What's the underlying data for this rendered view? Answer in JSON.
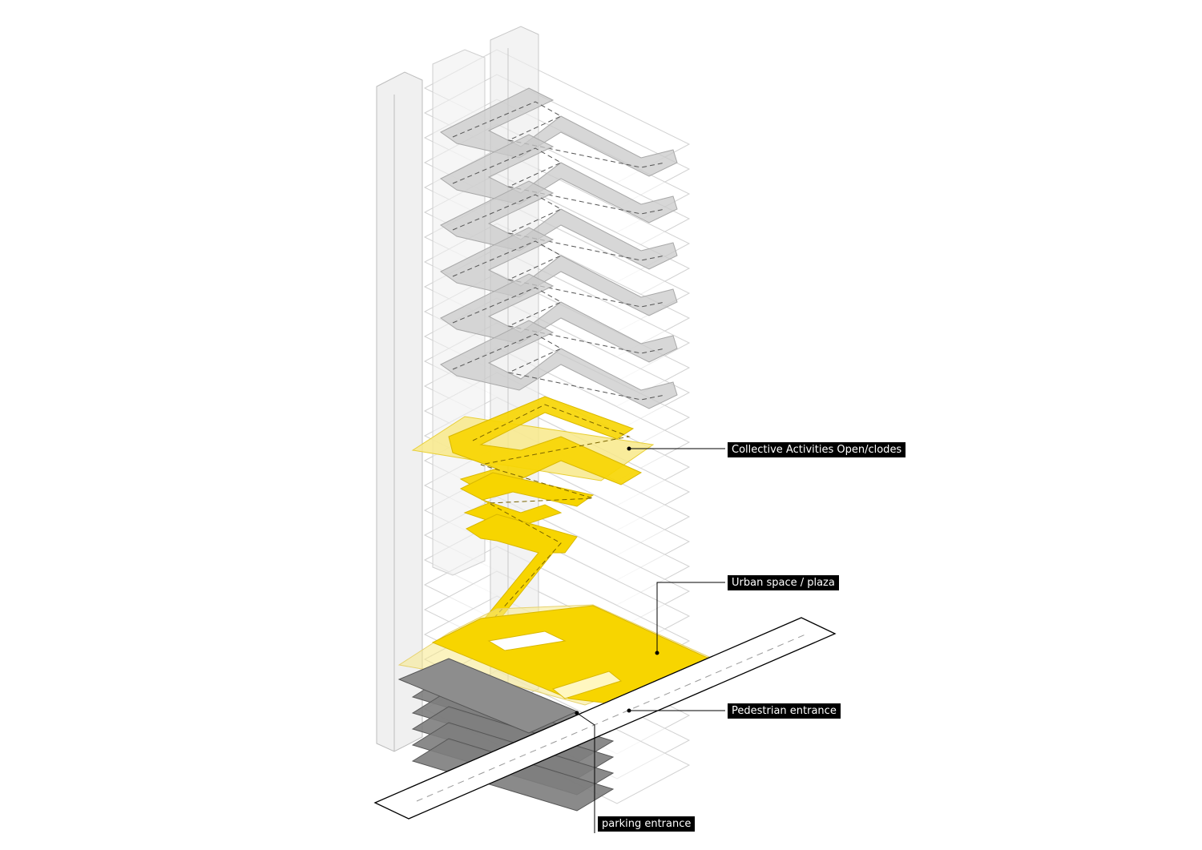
{
  "colors": {
    "accent_yellow": "#f7d500",
    "pale_yellow": "#f8e98a",
    "grey_path": "#c9c9c9",
    "dark_grey": "#7d7d7d",
    "line_grey": "#bdbdbd",
    "background": "#ffffff"
  },
  "labels": {
    "collective": "Collective Activities Open/clodes",
    "urban": "Urban space / plaza",
    "pedestrian": "Pedestrian entrance",
    "parking": "parking entrance"
  }
}
